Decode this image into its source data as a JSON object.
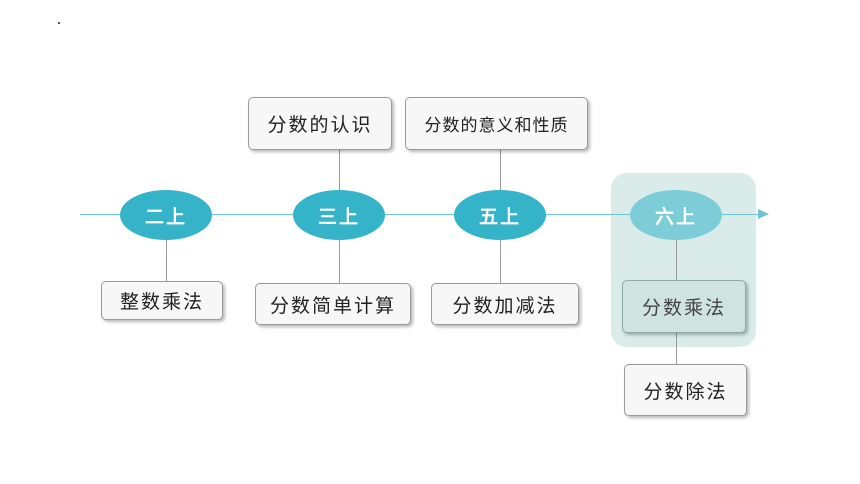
{
  "diagram": {
    "timeline": [
      {
        "id": "g2a",
        "label": "二上"
      },
      {
        "id": "g3a",
        "label": "三上"
      },
      {
        "id": "g5a",
        "label": "五上"
      },
      {
        "id": "g6a",
        "label": "六上"
      }
    ],
    "top_boxes": [
      {
        "attached_to": "三上",
        "text": "分数的认识"
      },
      {
        "attached_to": "五上",
        "text": "分数的意义和性质"
      }
    ],
    "bottom_boxes": [
      {
        "attached_to": "二上",
        "text": "整数乘法"
      },
      {
        "attached_to": "三上",
        "text": "分数简单计算"
      },
      {
        "attached_to": "五上",
        "text": "分数加减法"
      },
      {
        "attached_to": "六上",
        "text": "分数乘法"
      },
      {
        "attached_to": "六上",
        "text": "分数除法"
      }
    ],
    "highlighted_grade": "六上",
    "colors": {
      "node": "#34b3c9",
      "node_highlighted": "#7ccdd8",
      "axis": "#6fc3d4",
      "highlight_panel": "#d9ecea"
    }
  }
}
